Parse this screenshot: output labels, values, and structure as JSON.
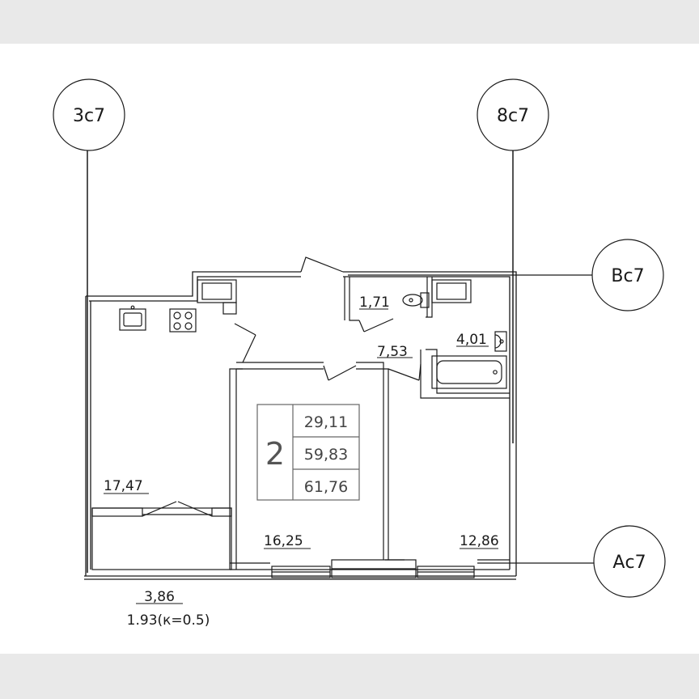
{
  "axes": {
    "left_top": "3с7",
    "right_top": "8с7",
    "right_upper": "Вс7",
    "right_lower": "Ас7"
  },
  "rooms": {
    "kitchen": "17,47",
    "hall": "7,53",
    "toilet": "1,71",
    "bathroom": "4,01",
    "room_1": "16,25",
    "room_2": "12,86"
  },
  "summary": {
    "rooms_count": "2",
    "living_area": "29,11",
    "total_area": "59,83",
    "total_with_balcony": "61,76"
  },
  "balcony": {
    "area": "3,86",
    "reduced_area": "1.93(к=0.5)"
  },
  "colors": {
    "line": "#1a1a1a",
    "wall_fill": "#ffffff",
    "background": "#e9e9e9"
  }
}
